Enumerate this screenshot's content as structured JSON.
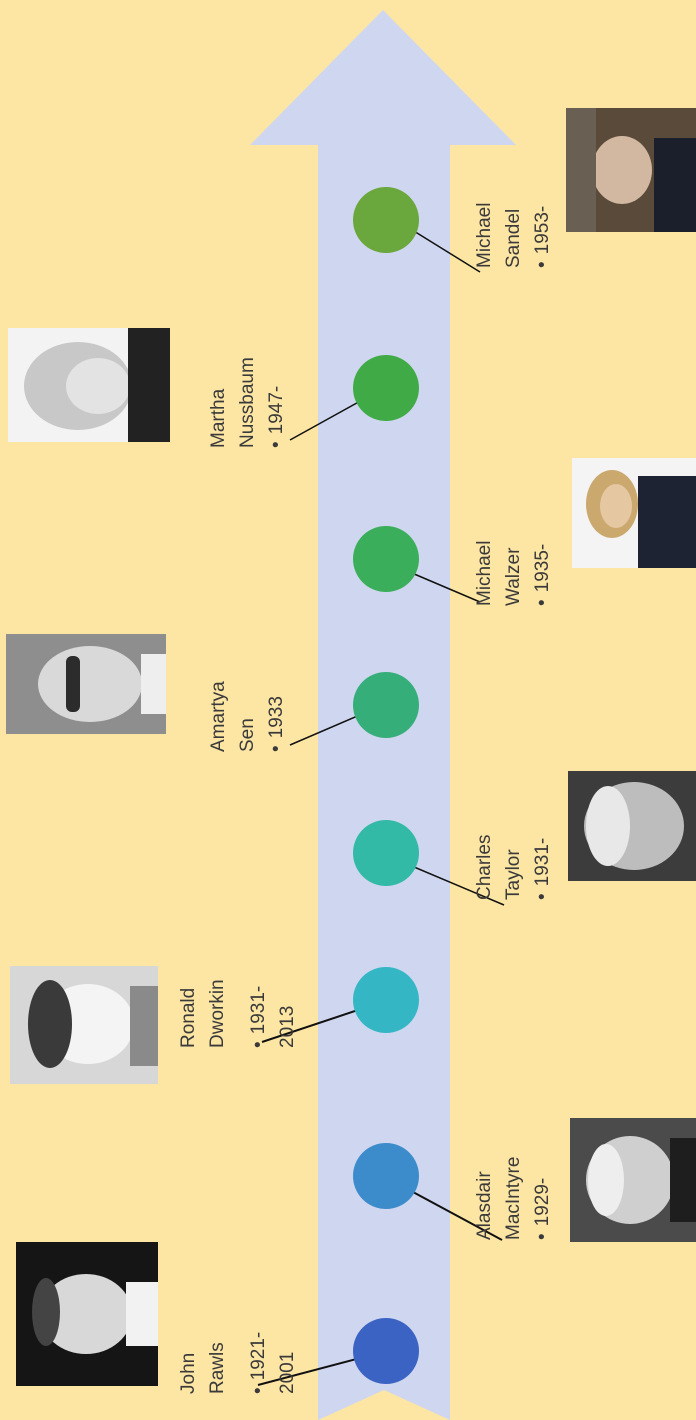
{
  "timeline": {
    "colors": {
      "background": "#fde6a4",
      "arrow": "#cfd6ef"
    },
    "people": [
      {
        "first": "John",
        "last": "Rawls",
        "years": "1921-\n2001",
        "dot_color": "#3a63c4"
      },
      {
        "first": "Alasdair",
        "last": "MacIntyre",
        "years": "1929-",
        "dot_color": "#3c8ccb"
      },
      {
        "first": "Ronald",
        "last": "Dworkin",
        "years": "1931-\n2013",
        "dot_color": "#34b6c4"
      },
      {
        "first": "Charles",
        "last": "Taylor",
        "years": "1931-",
        "dot_color": "#33baa6"
      },
      {
        "first": "Amartya",
        "last": "Sen",
        "years": "1933",
        "dot_color": "#35ae7a"
      },
      {
        "first": "Michael",
        "last": "Walzer",
        "years": "1935-",
        "dot_color": "#3aae5a"
      },
      {
        "first": "Martha",
        "last": "Nussbaum",
        "years": "1947-",
        "dot_color": "#40ab46"
      },
      {
        "first": "Michael",
        "last": "Sandel",
        "years": "1953-",
        "dot_color": "#6aa73c"
      }
    ]
  }
}
